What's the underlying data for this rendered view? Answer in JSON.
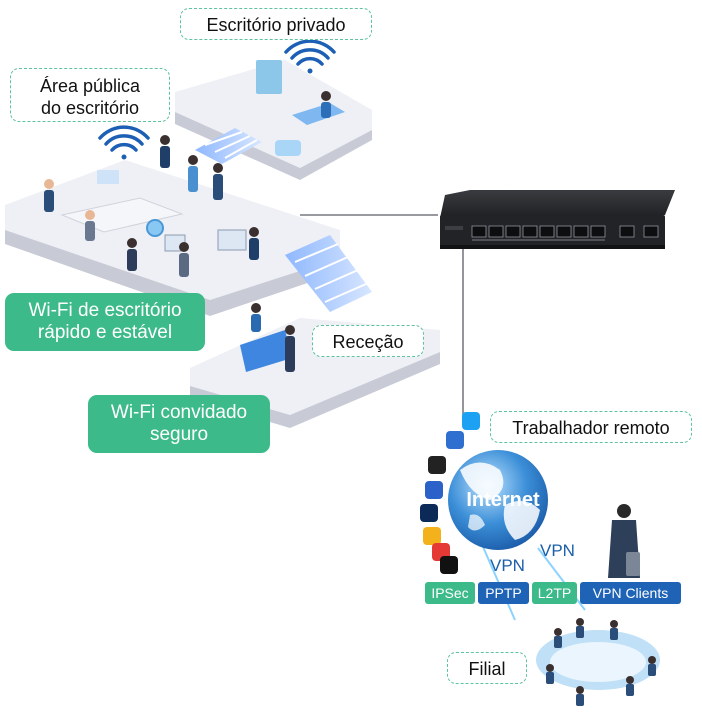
{
  "labels": {
    "private_office": "Escritório privado",
    "public_area": [
      "Área pública",
      "do escritório"
    ],
    "fast_wifi": [
      "Wi-Fi de escritório",
      "rápido e estável"
    ],
    "reception": "Receção",
    "guest_wifi": [
      "Wi-Fi convidado",
      "seguro"
    ],
    "remote_worker": "Trabalhador remoto",
    "branch": "Filial"
  },
  "internet": "Internet",
  "vpn_labels": [
    "VPN",
    "VPN"
  ],
  "protocols": [
    {
      "label": "IPSec",
      "color": "#3dba8a"
    },
    {
      "label": "PPTP",
      "color": "#1e63b5"
    },
    {
      "label": "L2TP",
      "color": "#3dba8a"
    },
    {
      "label": "VPN Clients",
      "color": "#1e63b5"
    }
  ],
  "app_icons": [
    "twitter-icon",
    "chrome-icon",
    "amazon-icon",
    "messenger-icon",
    "photoshop-icon",
    "mail-icon",
    "youtube-icon",
    "tiktok-icon"
  ],
  "colors": {
    "accent_green": "#3dba8a",
    "protocol_blue": "#1e63b5",
    "floor": "#eef0f5",
    "floor_side": "#c8cbd6",
    "switch_body": "#26272b",
    "globe": "#3c8fd8"
  }
}
